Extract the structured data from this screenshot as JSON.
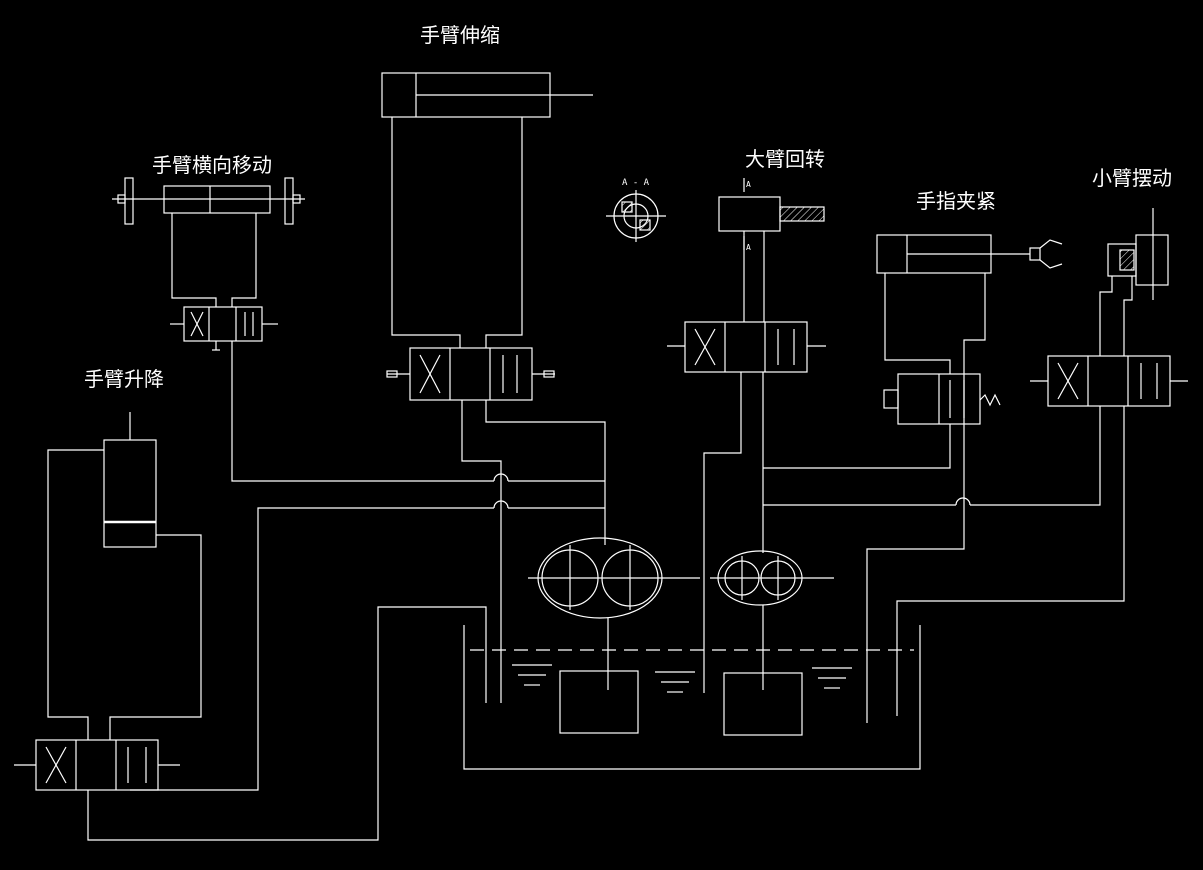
{
  "diagram": {
    "title_arm_extend": "手臂伸缩",
    "title_arm_lateral": "手臂横向移动",
    "title_big_arm_rotate": "大臂回转",
    "title_finger_clamp": "手指夹紧",
    "title_forearm_swing": "小臂摆动",
    "title_arm_lift": "手臂升降",
    "section_label": "A - A",
    "section_mark_top": "A",
    "section_mark_bottom": "A"
  },
  "colors": {
    "background": "#000000",
    "line": "#ffffff"
  }
}
